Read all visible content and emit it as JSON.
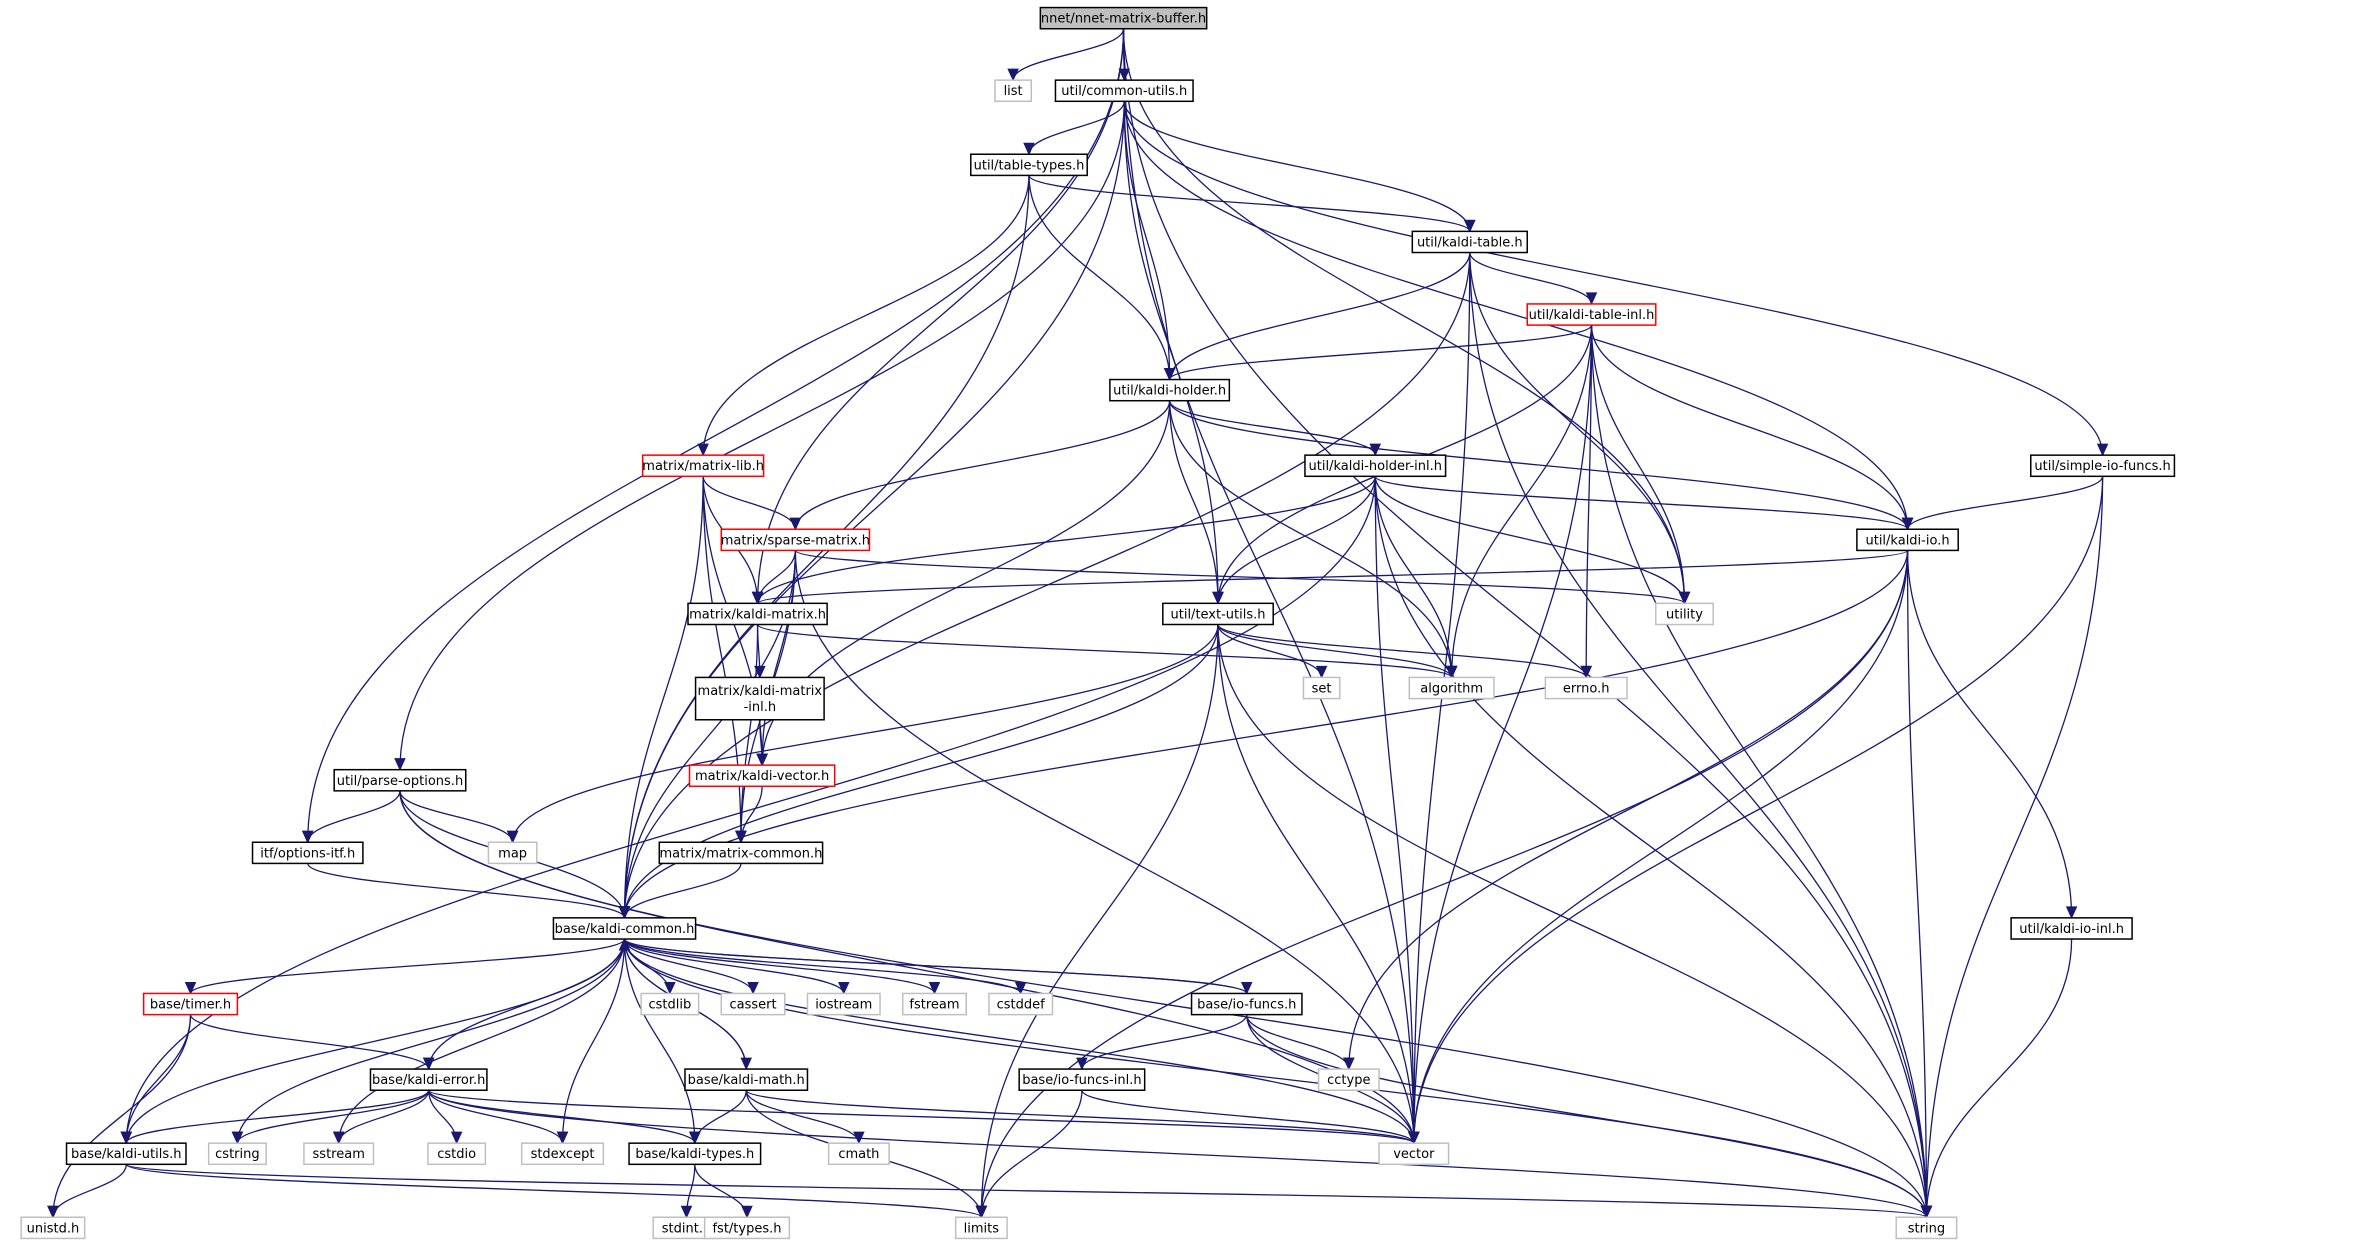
{
  "colors": {
    "edge": "#191970",
    "box_default": "#000000",
    "box_truncated": "#ff0000",
    "box_external": "#bfbfbf",
    "root_fill": "#bfbfbf"
  },
  "nodes": {
    "root": {
      "label": "nnet/nnet-matrix-buffer.h",
      "kind": "root"
    },
    "list": {
      "label": "list",
      "kind": "external"
    },
    "common_utils": {
      "label": "util/common-utils.h",
      "kind": "header"
    },
    "string": {
      "label": "string",
      "kind": "external"
    },
    "vector": {
      "label": "vector",
      "kind": "external"
    },
    "utility": {
      "label": "utility",
      "kind": "external"
    },
    "table_types": {
      "label": "util/table-types.h",
      "kind": "header"
    },
    "kaldi_table": {
      "label": "util/kaldi-table.h",
      "kind": "header"
    },
    "kaldi_table_inl": {
      "label": "util/kaldi-table-inl.h",
      "kind": "truncated"
    },
    "kaldi_holder": {
      "label": "util/kaldi-holder.h",
      "kind": "header"
    },
    "kaldi_holder_inl": {
      "label": "util/kaldi-holder-inl.h",
      "kind": "header"
    },
    "simple_io_funcs": {
      "label": "util/simple-io-funcs.h",
      "kind": "header"
    },
    "kaldi_io": {
      "label": "util/kaldi-io.h",
      "kind": "header"
    },
    "matrix_lib": {
      "label": "matrix/matrix-lib.h",
      "kind": "truncated"
    },
    "sparse_matrix": {
      "label": "matrix/sparse-matrix.h",
      "kind": "truncated"
    },
    "kaldi_matrix": {
      "label": "matrix/kaldi-matrix.h",
      "kind": "header"
    },
    "kaldi_matrix_inl": {
      "label_lines": [
        "matrix/kaldi-matrix",
        "-inl.h"
      ],
      "kind": "header"
    },
    "kaldi_vector": {
      "label": "matrix/kaldi-vector.h",
      "kind": "truncated"
    },
    "matrix_common": {
      "label": "matrix/matrix-common.h",
      "kind": "header"
    },
    "text_utils": {
      "label": "util/text-utils.h",
      "kind": "header"
    },
    "set": {
      "label": "set",
      "kind": "external"
    },
    "algorithm": {
      "label": "algorithm",
      "kind": "external"
    },
    "errno": {
      "label": "errno.h",
      "kind": "external"
    },
    "parse_options": {
      "label": "util/parse-options.h",
      "kind": "header"
    },
    "map": {
      "label": "map",
      "kind": "external"
    },
    "options_itf": {
      "label": "itf/options-itf.h",
      "kind": "header"
    },
    "kaldi_common": {
      "label": "base/kaldi-common.h",
      "kind": "header"
    },
    "kaldi_io_inl": {
      "label": "util/kaldi-io-inl.h",
      "kind": "header"
    },
    "timer": {
      "label": "base/timer.h",
      "kind": "truncated"
    },
    "cstdlib": {
      "label": "cstdlib",
      "kind": "external"
    },
    "cassert": {
      "label": "cassert",
      "kind": "external"
    },
    "iostream": {
      "label": "iostream",
      "kind": "external"
    },
    "fstream": {
      "label": "fstream",
      "kind": "external"
    },
    "cstddef": {
      "label": "cstddef",
      "kind": "external"
    },
    "io_funcs": {
      "label": "base/io-funcs.h",
      "kind": "header"
    },
    "kaldi_error": {
      "label": "base/kaldi-error.h",
      "kind": "header"
    },
    "kaldi_math": {
      "label": "base/kaldi-math.h",
      "kind": "header"
    },
    "io_funcs_inl": {
      "label": "base/io-funcs-inl.h",
      "kind": "header"
    },
    "cctype": {
      "label": "cctype",
      "kind": "external"
    },
    "kaldi_utils": {
      "label": "base/kaldi-utils.h",
      "kind": "header"
    },
    "cstring": {
      "label": "cstring",
      "kind": "external"
    },
    "sstream": {
      "label": "sstream",
      "kind": "external"
    },
    "cstdio": {
      "label": "cstdio",
      "kind": "external"
    },
    "stdexcept": {
      "label": "stdexcept",
      "kind": "external"
    },
    "kaldi_types": {
      "label": "base/kaldi-types.h",
      "kind": "header"
    },
    "cmath": {
      "label": "cmath",
      "kind": "external"
    },
    "unistd": {
      "label": "unistd.h",
      "kind": "external"
    },
    "limits": {
      "label": "limits",
      "kind": "external"
    },
    "stdint": {
      "label": "stdint.h",
      "kind": "external"
    },
    "fst_types": {
      "label": "fst/types.h",
      "kind": "external"
    }
  },
  "edges": [
    [
      "root",
      "list"
    ],
    [
      "root",
      "common_utils"
    ],
    [
      "root",
      "string"
    ],
    [
      "root",
      "vector"
    ],
    [
      "root",
      "utility"
    ],
    [
      "root",
      "kaldi_matrix"
    ],
    [
      "root",
      "options_itf"
    ],
    [
      "common_utils",
      "table_types"
    ],
    [
      "common_utils",
      "kaldi_table"
    ],
    [
      "common_utils",
      "kaldi_holder"
    ],
    [
      "common_utils",
      "text_utils"
    ],
    [
      "common_utils",
      "kaldi_io"
    ],
    [
      "common_utils",
      "simple_io_funcs"
    ],
    [
      "common_utils",
      "parse_options"
    ],
    [
      "common_utils",
      "kaldi_common"
    ],
    [
      "table_types",
      "kaldi_table"
    ],
    [
      "table_types",
      "kaldi_holder"
    ],
    [
      "table_types",
      "matrix_lib"
    ],
    [
      "table_types",
      "kaldi_common"
    ],
    [
      "kaldi_table",
      "kaldi_table_inl"
    ],
    [
      "kaldi_table",
      "kaldi_holder"
    ],
    [
      "kaldi_table",
      "utility"
    ],
    [
      "kaldi_table",
      "string"
    ],
    [
      "kaldi_table",
      "vector"
    ],
    [
      "kaldi_table",
      "kaldi_common"
    ],
    [
      "kaldi_table_inl",
      "kaldi_holder"
    ],
    [
      "kaldi_table_inl",
      "kaldi_io"
    ],
    [
      "kaldi_table_inl",
      "text_utils"
    ],
    [
      "kaldi_table_inl",
      "algorithm"
    ],
    [
      "kaldi_table_inl",
      "utility"
    ],
    [
      "kaldi_table_inl",
      "vector"
    ],
    [
      "kaldi_table_inl",
      "errno"
    ],
    [
      "kaldi_table_inl",
      "string"
    ],
    [
      "kaldi_holder",
      "kaldi_holder_inl"
    ],
    [
      "kaldi_holder",
      "kaldi_io"
    ],
    [
      "kaldi_holder",
      "text_utils"
    ],
    [
      "kaldi_holder",
      "sparse_matrix"
    ],
    [
      "kaldi_holder",
      "kaldi_vector"
    ],
    [
      "kaldi_holder",
      "algorithm"
    ],
    [
      "kaldi_holder_inl",
      "kaldi_io"
    ],
    [
      "kaldi_holder_inl",
      "text_utils"
    ],
    [
      "kaldi_holder_inl",
      "kaldi_matrix"
    ],
    [
      "kaldi_holder_inl",
      "utility"
    ],
    [
      "kaldi_holder_inl",
      "algorithm"
    ],
    [
      "kaldi_holder_inl",
      "vector"
    ],
    [
      "kaldi_holder_inl",
      "string"
    ],
    [
      "kaldi_holder_inl",
      "kaldi_utils"
    ],
    [
      "simple_io_funcs",
      "kaldi_io"
    ],
    [
      "simple_io_funcs",
      "string"
    ],
    [
      "simple_io_funcs",
      "vector"
    ],
    [
      "kaldi_io",
      "kaldi_matrix"
    ],
    [
      "kaldi_io",
      "kaldi_common"
    ],
    [
      "kaldi_io",
      "kaldi_io_inl"
    ],
    [
      "kaldi_io",
      "cctype"
    ],
    [
      "kaldi_io",
      "vector"
    ],
    [
      "kaldi_io",
      "string"
    ],
    [
      "kaldi_io",
      "limits"
    ],
    [
      "kaldi_io_inl",
      "string"
    ],
    [
      "matrix_lib",
      "sparse_matrix"
    ],
    [
      "matrix_lib",
      "kaldi_matrix"
    ],
    [
      "matrix_lib",
      "kaldi_vector"
    ],
    [
      "matrix_lib",
      "matrix_common"
    ],
    [
      "matrix_lib",
      "kaldi_common"
    ],
    [
      "sparse_matrix",
      "kaldi_matrix"
    ],
    [
      "sparse_matrix",
      "kaldi_vector"
    ],
    [
      "sparse_matrix",
      "matrix_common"
    ],
    [
      "sparse_matrix",
      "kaldi_common"
    ],
    [
      "sparse_matrix",
      "utility"
    ],
    [
      "sparse_matrix",
      "vector"
    ],
    [
      "kaldi_matrix",
      "kaldi_matrix_inl"
    ],
    [
      "kaldi_matrix",
      "matrix_common"
    ],
    [
      "kaldi_matrix",
      "algorithm"
    ],
    [
      "kaldi_matrix_inl",
      "kaldi_vector"
    ],
    [
      "kaldi_vector",
      "matrix_common"
    ],
    [
      "matrix_common",
      "kaldi_common"
    ],
    [
      "text_utils",
      "set"
    ],
    [
      "text_utils",
      "algorithm"
    ],
    [
      "text_utils",
      "errno"
    ],
    [
      "text_utils",
      "map"
    ],
    [
      "text_utils",
      "kaldi_common"
    ],
    [
      "text_utils",
      "vector"
    ],
    [
      "text_utils",
      "string"
    ],
    [
      "text_utils",
      "limits"
    ],
    [
      "parse_options",
      "map"
    ],
    [
      "parse_options",
      "options_itf"
    ],
    [
      "parse_options",
      "kaldi_common"
    ],
    [
      "parse_options",
      "vector"
    ],
    [
      "parse_options",
      "string"
    ],
    [
      "options_itf",
      "kaldi_common"
    ],
    [
      "kaldi_common",
      "timer"
    ],
    [
      "kaldi_common",
      "cstdlib"
    ],
    [
      "kaldi_common",
      "cassert"
    ],
    [
      "kaldi_common",
      "iostream"
    ],
    [
      "kaldi_common",
      "fstream"
    ],
    [
      "kaldi_common",
      "cstddef"
    ],
    [
      "kaldi_common",
      "io_funcs"
    ],
    [
      "kaldi_common",
      "kaldi_error"
    ],
    [
      "kaldi_common",
      "kaldi_math"
    ],
    [
      "kaldi_common",
      "kaldi_types"
    ],
    [
      "kaldi_common",
      "kaldi_utils"
    ],
    [
      "kaldi_common",
      "cstring"
    ],
    [
      "kaldi_common",
      "sstream"
    ],
    [
      "kaldi_common",
      "stdexcept"
    ],
    [
      "kaldi_common",
      "vector"
    ],
    [
      "kaldi_common",
      "string"
    ],
    [
      "timer",
      "kaldi_error"
    ],
    [
      "timer",
      "kaldi_utils"
    ],
    [
      "timer",
      "unistd"
    ],
    [
      "io_funcs",
      "kaldi_common"
    ],
    [
      "io_funcs",
      "io_funcs_inl"
    ],
    [
      "io_funcs",
      "cctype"
    ],
    [
      "io_funcs",
      "vector"
    ],
    [
      "io_funcs",
      "string"
    ],
    [
      "io_funcs_inl",
      "vector"
    ],
    [
      "io_funcs_inl",
      "limits"
    ],
    [
      "kaldi_error",
      "kaldi_utils"
    ],
    [
      "kaldi_error",
      "kaldi_types"
    ],
    [
      "kaldi_error",
      "cstring"
    ],
    [
      "kaldi_error",
      "sstream"
    ],
    [
      "kaldi_error",
      "cstdio"
    ],
    [
      "kaldi_error",
      "stdexcept"
    ],
    [
      "kaldi_error",
      "vector"
    ],
    [
      "kaldi_error",
      "string"
    ],
    [
      "kaldi_math",
      "kaldi_common"
    ],
    [
      "kaldi_math",
      "kaldi_types"
    ],
    [
      "kaldi_math",
      "cmath"
    ],
    [
      "kaldi_math",
      "vector"
    ],
    [
      "kaldi_math",
      "limits"
    ],
    [
      "kaldi_utils",
      "unistd"
    ],
    [
      "kaldi_utils",
      "limits"
    ],
    [
      "kaldi_utils",
      "string"
    ],
    [
      "kaldi_types",
      "stdint"
    ],
    [
      "kaldi_types",
      "fst_types"
    ]
  ]
}
